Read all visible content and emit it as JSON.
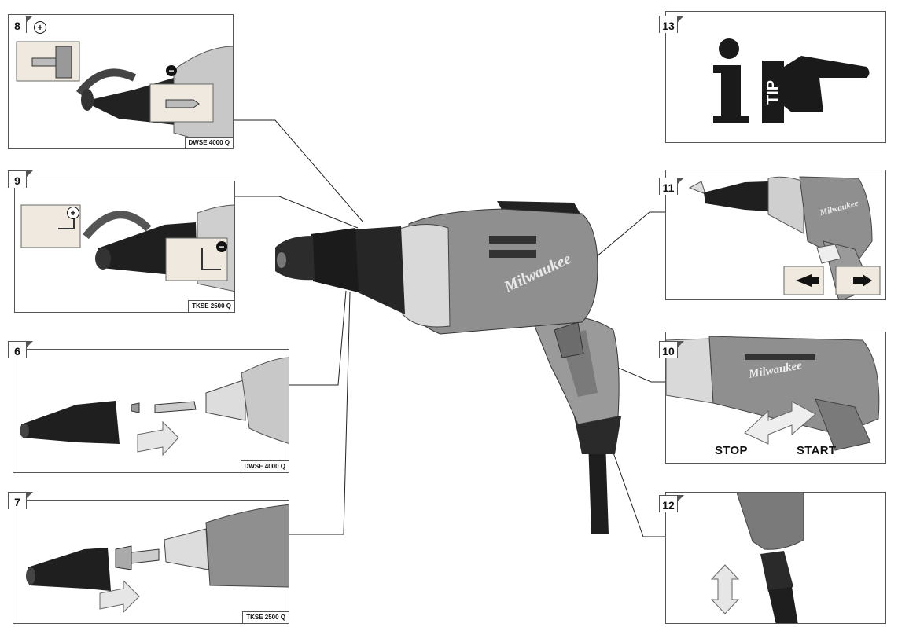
{
  "panels": {
    "p8": {
      "number": "8",
      "model": "DWSE 4000 Q",
      "plus": "+",
      "minus": "−"
    },
    "p9": {
      "number": "9",
      "model": "TKSE 2500 Q",
      "plus": "+",
      "minus": "−"
    },
    "p6": {
      "number": "6",
      "model": "DWSE 4000 Q"
    },
    "p7": {
      "number": "7",
      "model": "TKSE 2500 Q"
    },
    "p13": {
      "number": "13",
      "tip_letter": "i",
      "tip_word": "TIP"
    },
    "p11": {
      "number": "11"
    },
    "p10": {
      "number": "10",
      "stop": "STOP",
      "start": "START"
    },
    "p12": {
      "number": "12"
    }
  },
  "brand": "Milwaukee",
  "colors": {
    "body_grey": "#8f8f8f",
    "dark": "#1e1e1e",
    "light_grey": "#d9d9d9",
    "mid_grey": "#b5b5b5"
  }
}
